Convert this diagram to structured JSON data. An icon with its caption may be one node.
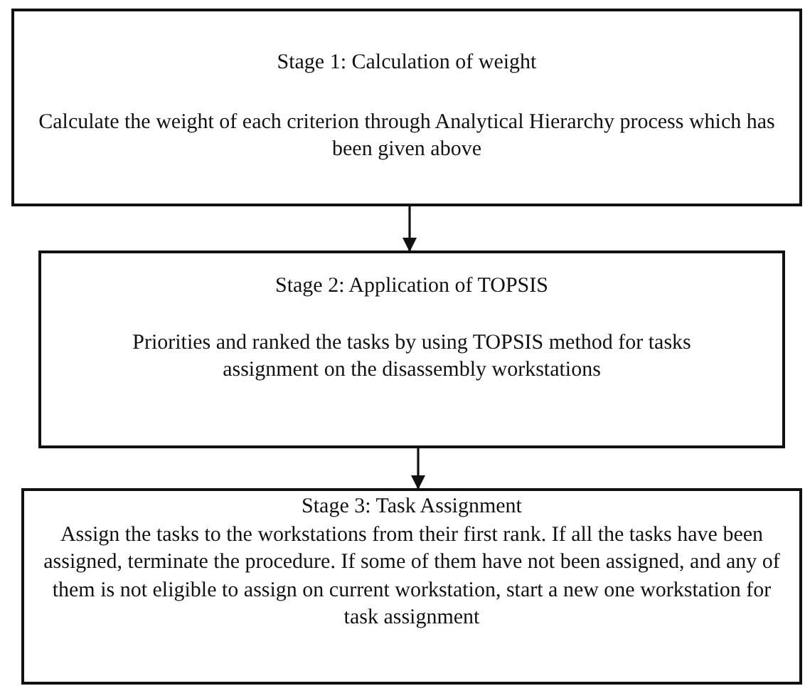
{
  "diagram": {
    "nodes": [
      {
        "text": [
          "Stage 1: Calculation of weight",
          "Calculate the weight of each criterion through Analytical Hierarchy process which has been given above"
        ]
      },
      {
        "text": [
          "Stage 2: Application of TOPSIS",
          "Priorities and ranked the tasks by using TOPSIS method for tasks assignment on the disassembly workstations"
        ]
      },
      {
        "text": [
          "Stage 3: Task Assignment",
          "Assign the tasks to the workstations from their first rank. If all the tasks have been assigned, terminate the procedure. If some of them have not been assigned, and any of them is not eligible to assign on current workstation, start a new one workstation for task assignment"
        ]
      }
    ],
    "edges": [
      {
        "from": 0,
        "to": 1,
        "arrow": "to"
      },
      {
        "from": 1,
        "to": 2,
        "arrow": "to"
      }
    ]
  }
}
